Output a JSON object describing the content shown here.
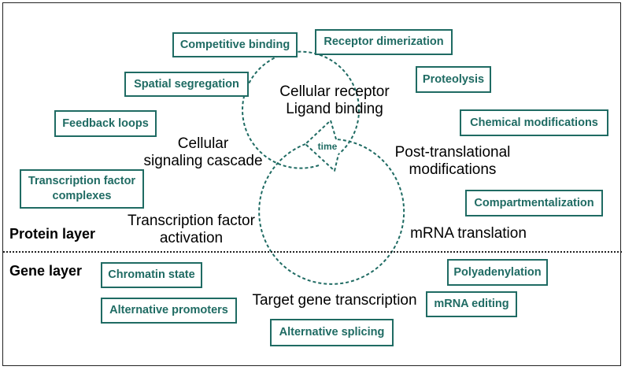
{
  "layers": {
    "protein": "Protein layer",
    "gene": "Gene layer"
  },
  "cycle": {
    "time_label": "time",
    "stages": {
      "receptor_line1": "Cellular receptor",
      "receptor_line2": "Ligand binding",
      "ptm_line1": "Post-translational",
      "ptm_line2": "modifications",
      "translation": "mRNA translation",
      "transcription": "Target gene transcription",
      "tf_line1": "Transcription factor",
      "tf_line2": "activation",
      "cascade_line1": "Cellular",
      "cascade_line2": "signaling cascade"
    }
  },
  "mechanisms": {
    "competitive_binding": "Competitive binding",
    "receptor_dimerization": "Receptor dimerization",
    "spatial_segregation": "Spatial segregation",
    "proteolysis": "Proteolysis",
    "feedback_loops": "Feedback loops",
    "chemical_modifications": "Chemical modifications",
    "tf_complexes_line1": "Transcription factor",
    "tf_complexes_line2": "complexes",
    "compartmentalization": "Compartmentalization",
    "chromatin_state": "Chromatin state",
    "polyadenylation": "Polyadenylation",
    "alternative_promoters": "Alternative promoters",
    "mrna_editing": "mRNA editing",
    "alternative_splicing": "Alternative splicing"
  },
  "colors": {
    "accent": "#1f6b63",
    "text": "#000000",
    "border": "#222222"
  }
}
